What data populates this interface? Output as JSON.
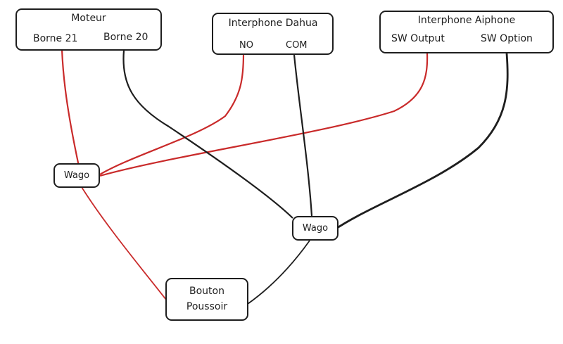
{
  "nodes": {
    "moteur": {
      "title": "Moteur",
      "port_left": "Borne 21",
      "port_right": "Borne 20"
    },
    "dahua": {
      "title": "Interphone Dahua",
      "port_left": "NO",
      "port_right": "COM"
    },
    "aiphone": {
      "title": "Interphone Aiphone",
      "port_left": "SW Output",
      "port_right": "SW Option"
    },
    "wago_red": {
      "label": "Wago"
    },
    "wago_black": {
      "label": "Wago"
    },
    "bouton": {
      "line1": "Bouton",
      "line2": "Poussoir"
    }
  },
  "colors": {
    "red_wire": "#c92a2a",
    "black_wire": "#1e1e1e",
    "stroke": "#1e1e1e"
  }
}
